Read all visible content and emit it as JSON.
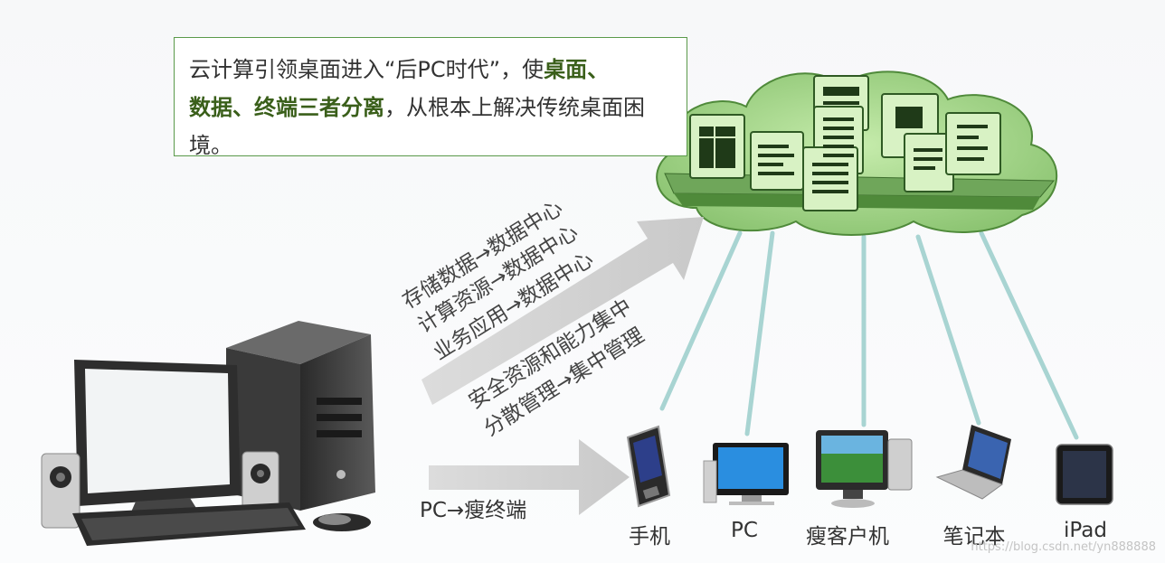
{
  "callout": {
    "part1": "云计算引领桌面进入“后PC时代”，使",
    "bold1": "桌面、",
    "bold2": "数据、终端三者分离",
    "part2": "，从根本上解决传统桌面困境。"
  },
  "diagonal_labels": [
    "存储数据→数据中心",
    "计算资源→数据中心",
    "业务应用→数据中心",
    "安全资源和能力集中",
    "分散管理→集中管理"
  ],
  "arrow_label": "PC→瘦终端",
  "devices": [
    {
      "name": "phone",
      "label": "手机"
    },
    {
      "name": "pc",
      "label": "PC"
    },
    {
      "name": "thin-client",
      "label": "瘦客户机"
    },
    {
      "name": "laptop",
      "label": "笔记本"
    },
    {
      "name": "ipad",
      "label": "iPad"
    }
  ],
  "watermark": "https://blog.csdn.net/yn888888",
  "colors": {
    "cloud": "#a8d98c",
    "accent_text": "#3a5f1a",
    "arrow": "#cfcfcf",
    "line": "#a8d4d2"
  }
}
